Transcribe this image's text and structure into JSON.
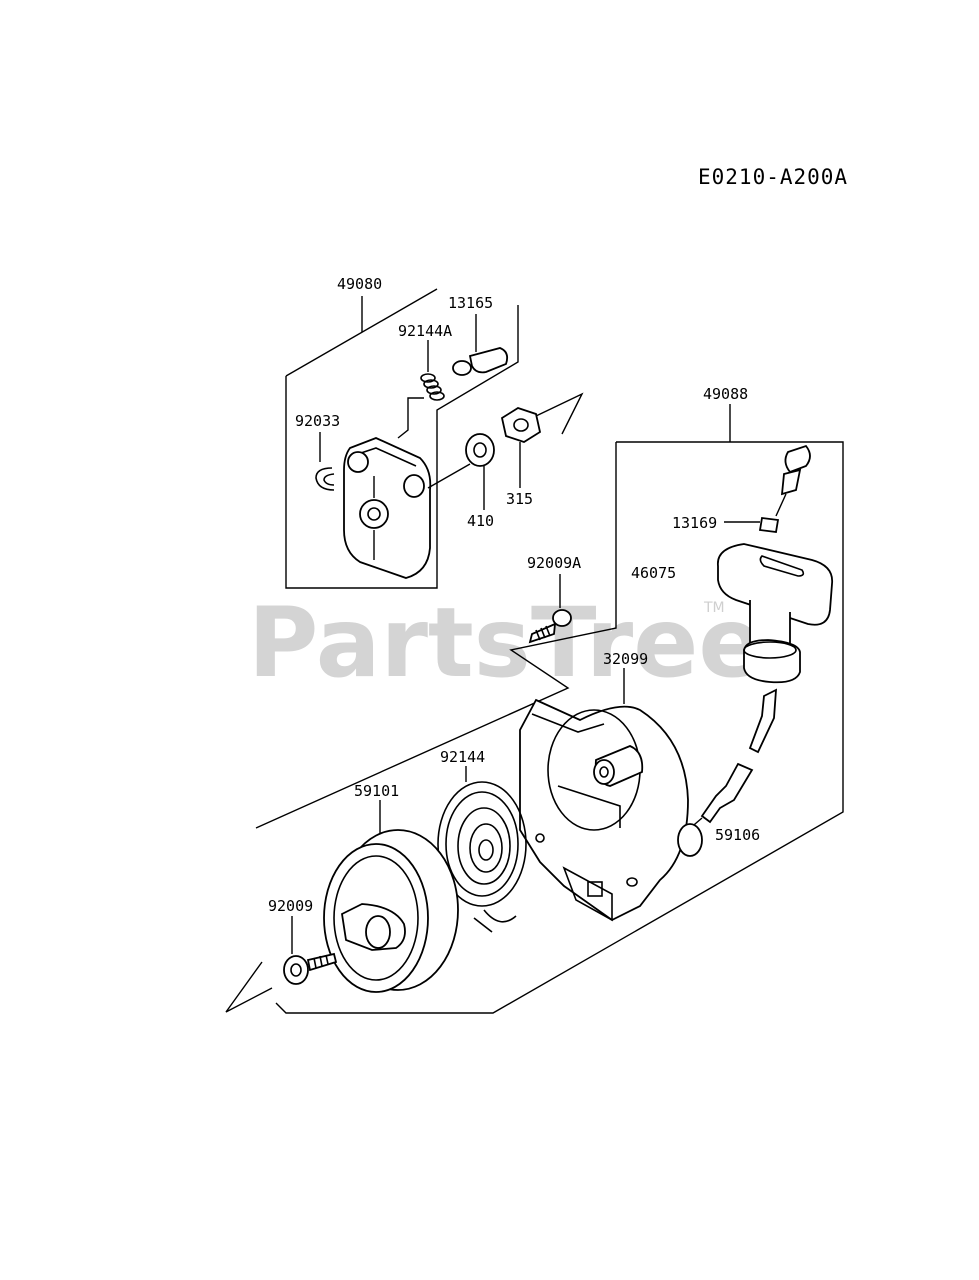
{
  "diagram": {
    "code": "E0210-A200A",
    "watermark": "PartsTree",
    "trademark": "TM",
    "parts": {
      "p49080": "49080",
      "p13165": "13165",
      "p92144A": "92144A",
      "p92033": "92033",
      "p410": "410",
      "p315": "315",
      "p49088": "49088",
      "p13169": "13169",
      "p92009A": "92009A",
      "p46075": "46075",
      "p32099": "32099",
      "p92144": "92144",
      "p59101": "59101",
      "p59106": "59106",
      "p92009": "92009"
    }
  }
}
